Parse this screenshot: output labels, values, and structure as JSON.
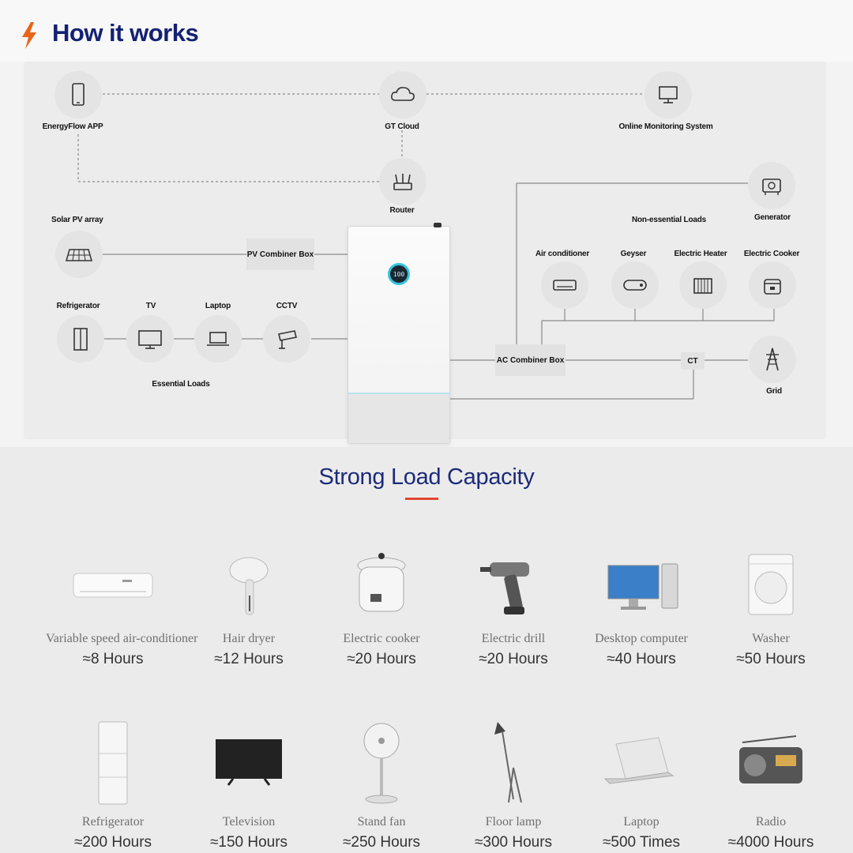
{
  "header": {
    "title": "How it works",
    "accent_color": "#e8651a",
    "title_color": "#142173"
  },
  "diagram": {
    "nodes": {
      "app": "EnergyFlow APP",
      "cloud": "GT Cloud",
      "monitor": "Online Monitoring System",
      "router": "Router",
      "solar": "Solar PV array",
      "generator": "Generator",
      "non_essential_title": "Non-essential Loads",
      "aircon": "Air conditioner",
      "geyser": "Geyser",
      "heater": "Electric Heater",
      "cooker": "Electric Cooker",
      "refrigerator": "Refrigerator",
      "tv": "TV",
      "laptop": "Laptop",
      "cctv": "CCTV",
      "essential_title": "Essential Loads",
      "grid": "Grid"
    },
    "boxes": {
      "pv_combiner": "PV Combiner Box",
      "ac_combiner": "AC Combiner Box",
      "ct": "CT"
    },
    "inverter_display": "100"
  },
  "capacity": {
    "title": "Strong Load Capacity",
    "accent_color": "#e0462e",
    "items": [
      {
        "name": "Variable speed air-conditioner",
        "time": "≈8 Hours",
        "icon": "air-conditioner-icon"
      },
      {
        "name": "Hair dryer",
        "time": "≈12 Hours",
        "icon": "hair-dryer-icon"
      },
      {
        "name": "Electric cooker",
        "time": "≈20 Hours",
        "icon": "rice-cooker-icon"
      },
      {
        "name": "Electric drill",
        "time": "≈20 Hours",
        "icon": "drill-icon"
      },
      {
        "name": "Desktop computer",
        "time": "≈40 Hours",
        "icon": "desktop-icon"
      },
      {
        "name": "Washer",
        "time": "≈50 Hours",
        "icon": "washer-icon"
      },
      {
        "name": "Refrigerator",
        "time": "≈200 Hours",
        "icon": "refrigerator-icon"
      },
      {
        "name": "Television",
        "time": "≈150 Hours",
        "icon": "television-icon"
      },
      {
        "name": "Stand fan",
        "time": "≈250 Hours",
        "icon": "fan-icon"
      },
      {
        "name": "Floor lamp",
        "time": "≈300 Hours",
        "icon": "floor-lamp-icon"
      },
      {
        "name": "Laptop",
        "time": "≈500 Times",
        "icon": "laptop-icon"
      },
      {
        "name": "Radio",
        "time": "≈4000 Hours",
        "icon": "radio-icon"
      }
    ]
  }
}
